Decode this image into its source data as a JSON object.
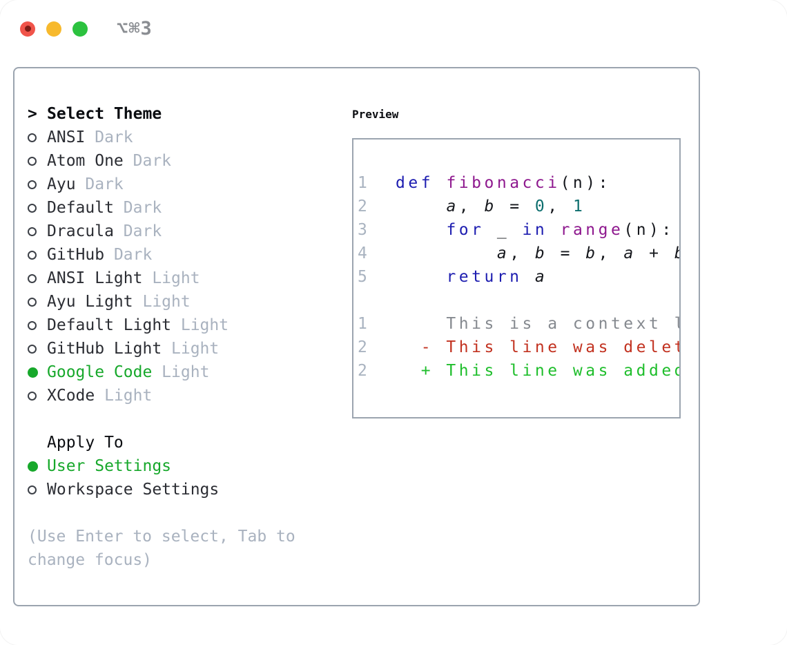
{
  "window": {
    "title": "⌥⌘3",
    "traffic_lights": [
      {
        "name": "close-button",
        "color_key": "light-red",
        "has_inner_dot": true
      },
      {
        "name": "minimize-button",
        "color_key": "light-yellow",
        "has_inner_dot": false
      },
      {
        "name": "zoom-button",
        "color_key": "light-green",
        "has_inner_dot": false
      }
    ]
  },
  "theme_list": {
    "prompt": ">",
    "header": "Select Theme",
    "items": [
      {
        "name": "ANSI",
        "variant": "Dark",
        "selected": false
      },
      {
        "name": "Atom One",
        "variant": "Dark",
        "selected": false
      },
      {
        "name": "Ayu",
        "variant": "Dark",
        "selected": false
      },
      {
        "name": "Default",
        "variant": "Dark",
        "selected": false
      },
      {
        "name": "Dracula",
        "variant": "Dark",
        "selected": false
      },
      {
        "name": "GitHub",
        "variant": "Dark",
        "selected": false
      },
      {
        "name": "ANSI Light",
        "variant": "Light",
        "selected": false
      },
      {
        "name": "Ayu Light",
        "variant": "Light",
        "selected": false
      },
      {
        "name": "Default Light",
        "variant": "Light",
        "selected": false
      },
      {
        "name": "GitHub Light",
        "variant": "Light",
        "selected": false
      },
      {
        "name": "Google Code",
        "variant": "Light",
        "selected": true
      },
      {
        "name": "XCode",
        "variant": "Light",
        "selected": false
      }
    ]
  },
  "apply_to": {
    "header": "Apply To",
    "options": [
      {
        "name": "User Settings",
        "selected": true
      },
      {
        "name": "Workspace Settings",
        "selected": false
      }
    ]
  },
  "help": "(Use Enter to select, Tab to change focus)",
  "preview": {
    "header": "Preview",
    "lines": [
      {
        "num": "1",
        "kind": "code",
        "tokens": [
          {
            "t": "def",
            "c": "kw"
          },
          {
            "t": " "
          },
          {
            "t": "fibonacci",
            "c": "fn"
          },
          {
            "t": "(n):"
          }
        ]
      },
      {
        "num": "2",
        "kind": "code",
        "tokens": [
          {
            "t": "    "
          },
          {
            "t": "a",
            "c": "var"
          },
          {
            "t": ", "
          },
          {
            "t": "b",
            "c": "var"
          },
          {
            "t": " = "
          },
          {
            "t": "0",
            "c": "num"
          },
          {
            "t": ", "
          },
          {
            "t": "1",
            "c": "num"
          }
        ]
      },
      {
        "num": "3",
        "kind": "code",
        "tokens": [
          {
            "t": "    "
          },
          {
            "t": "for",
            "c": "kw"
          },
          {
            "t": " _ "
          },
          {
            "t": "in",
            "c": "kw"
          },
          {
            "t": " "
          },
          {
            "t": "range",
            "c": "fn"
          },
          {
            "t": "(n):"
          }
        ]
      },
      {
        "num": "4",
        "kind": "code",
        "tokens": [
          {
            "t": "        "
          },
          {
            "t": "a",
            "c": "var"
          },
          {
            "t": ", "
          },
          {
            "t": "b",
            "c": "var"
          },
          {
            "t": " = "
          },
          {
            "t": "b",
            "c": "var"
          },
          {
            "t": ", "
          },
          {
            "t": "a",
            "c": "var"
          },
          {
            "t": " + "
          },
          {
            "t": "b",
            "c": "var"
          }
        ]
      },
      {
        "num": "5",
        "kind": "code",
        "tokens": [
          {
            "t": "    "
          },
          {
            "t": "return",
            "c": "kw"
          },
          {
            "t": " "
          },
          {
            "t": "a",
            "c": "var"
          }
        ]
      },
      {
        "num": "",
        "kind": "blank",
        "tokens": []
      },
      {
        "num": "1",
        "kind": "diff-context",
        "tokens": [
          {
            "t": "    This is a context line.",
            "c": "ctx"
          }
        ]
      },
      {
        "num": "2",
        "kind": "diff-deleted",
        "tokens": [
          {
            "t": "  - This line was deleted.",
            "c": "del"
          }
        ]
      },
      {
        "num": "2",
        "kind": "diff-added",
        "tokens": [
          {
            "t": "  + This line was added.",
            "c": "add"
          }
        ]
      }
    ]
  },
  "colors": {
    "green": "#17a82b",
    "kw": "#1d1db0",
    "fn": "#8e188e",
    "num": "#0d6e6e",
    "code-plain": "#16181d",
    "line-number": "#a9b3c0",
    "ctx": "#85898f",
    "del": "#c23220",
    "add": "#1fbe2c",
    "item-dark": "#2b2d33",
    "muted-gray": "#a9b2bf",
    "header-black": "#0b0d11",
    "bullet-dark": "#3c4047",
    "border-gray": "#9ba4af",
    "title-gray": "#8a8d92",
    "light-red": "#f0544a",
    "light-red-dot": "#7e1d16",
    "light-yellow": "#f7b92d",
    "light-green": "#2cc23f"
  }
}
